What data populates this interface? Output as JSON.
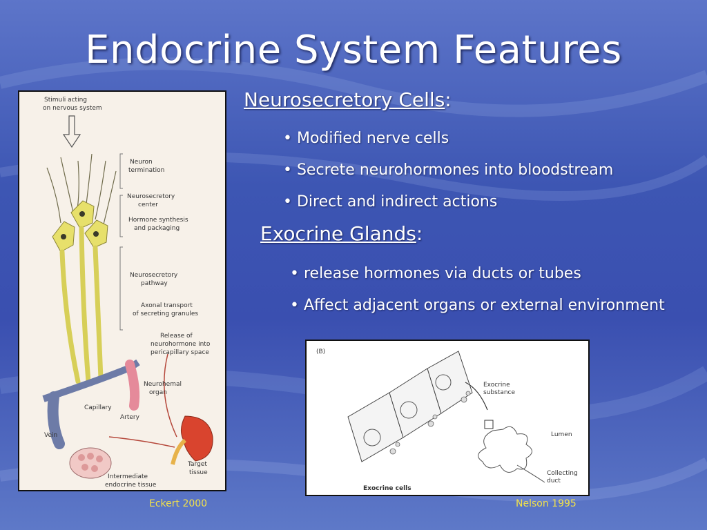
{
  "slide": {
    "title": "Endocrine System Features"
  },
  "neurosecretory": {
    "heading": "Neurosecretory Cells",
    "colon": ":",
    "bullets": [
      "• Modified nerve cells",
      "• Secrete neurohormones into bloodstream",
      "• Direct and indirect actions"
    ]
  },
  "exocrine": {
    "heading": "Exocrine Glands",
    "colon": ":",
    "bullets": [
      "• release hormones via ducts or tubes",
      "• Affect adjacent organs or external environment"
    ]
  },
  "left_figure": {
    "labels": {
      "stimuli_1": "Stimuli acting",
      "stimuli_2": "on nervous system",
      "neuron_1": "Neuron",
      "neuron_2": "termination",
      "nscenter_1": "Neurosecretory",
      "nscenter_2": "center",
      "synth_1": "Hormone synthesis",
      "synth_2": "and packaging",
      "pathway_1": "Neurosecretory",
      "pathway_2": "pathway",
      "axonal_1": "Axonal transport",
      "axonal_2": "of secreting granules",
      "release_1": "Release of",
      "release_2": "neurohormone into",
      "release_3": "pericapillary space",
      "neurohemal_1": "Neurohemal",
      "neurohemal_2": "organ",
      "capillary": "Capillary",
      "artery": "Artery",
      "vein": "Vein",
      "target_1": "Target",
      "target_2": "tissue",
      "inter_1": "Intermediate",
      "inter_2": "endocrine tissue"
    },
    "caption": "Eckert 2000"
  },
  "right_figure": {
    "labels": {
      "panel": "(B)",
      "exo_1": "Exocrine",
      "exo_2": "substance",
      "lumen": "Lumen",
      "collect_1": "Collecting",
      "collect_2": "duct",
      "cells": "Exocrine cells"
    },
    "caption": "Nelson 1995"
  },
  "colors": {
    "text": "#ffffff",
    "caption": "#f3e24a",
    "background": "#3d56b3"
  }
}
